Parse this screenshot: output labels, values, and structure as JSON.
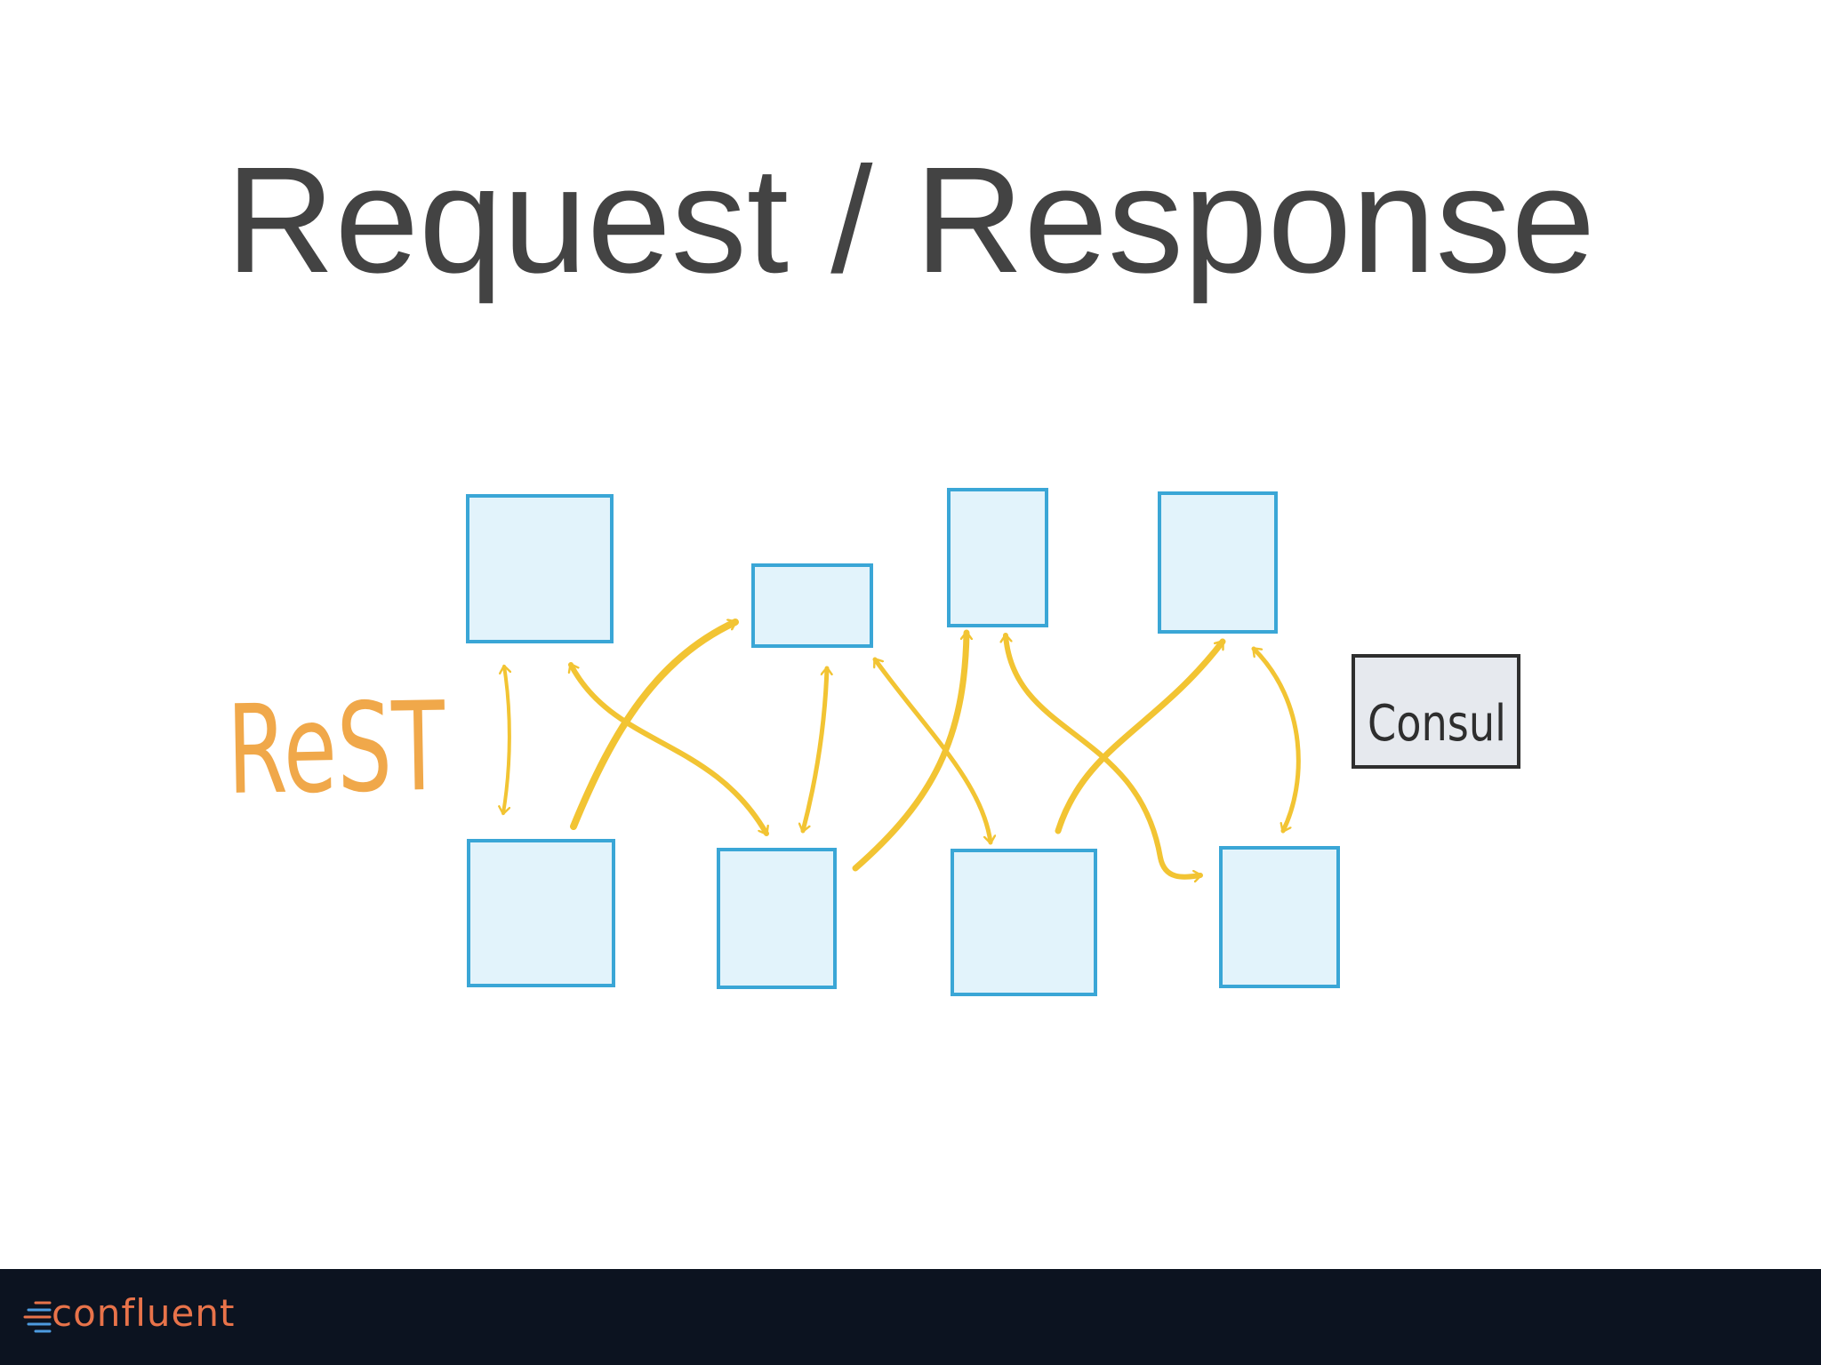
{
  "slide": {
    "title": "Request / Response"
  },
  "diagram": {
    "protocol_label": "ReST",
    "registry_label": "Consul",
    "colors": {
      "box_fill": "#e2f3fb",
      "box_stroke": "#3aa6d6",
      "arrow": "#f2c433",
      "rest_text": "#f0a84a",
      "consul_fill": "#e6e9ee",
      "consul_stroke": "#2e2e2e"
    }
  },
  "footer": {
    "brand": "confluent",
    "background": "#0c1320",
    "brand_color": "#e8734a"
  }
}
